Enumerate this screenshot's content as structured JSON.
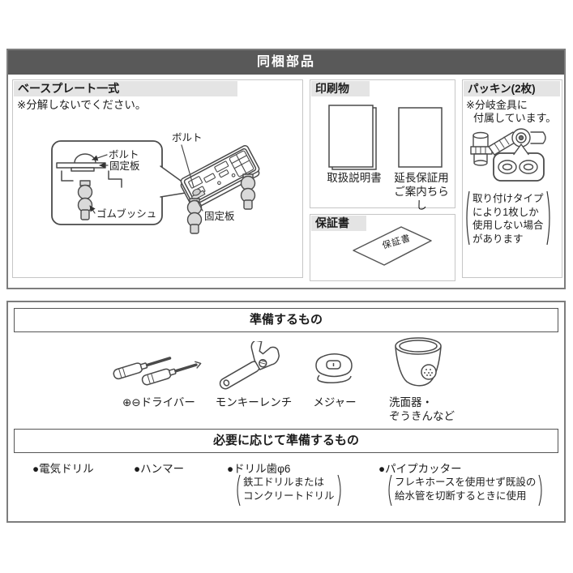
{
  "colors": {
    "banner_bg": "#595959",
    "banner_text": "#ffffff",
    "strip_bg": "#e4e4e4",
    "line_art": "#4a4a4a",
    "outer_border": "#7d7d7d",
    "inner_border": "#c6c6c6",
    "text": "#1c1c1c",
    "rubber_fill": "#d9d9d9"
  },
  "included": {
    "title": "同梱部品",
    "base_plate": {
      "label": "ベースプレート一式",
      "note": "※分解しないでください。",
      "callout": {
        "bolt": "ボルト",
        "plate": "固定板",
        "bush": "ゴムブッシュ"
      },
      "main": {
        "bolt": "ボルト",
        "plate": "固定板"
      }
    },
    "printed": {
      "label": "印刷物",
      "doc1": "取扱説明書",
      "doc2_line1": "延長保証用",
      "doc2_line2": "ご案内ちらし"
    },
    "warranty": {
      "label": "保証書",
      "card_text": "保証書"
    },
    "packing": {
      "label": "パッキン(2枚)",
      "note1": "※分岐金具に",
      "note2": "付属しています。",
      "caution": [
        "取り付けタイプ",
        "により1枚しか",
        "使用しない場合",
        "があります"
      ]
    }
  },
  "prepare": {
    "title": "準備するもの",
    "tools": [
      {
        "label": "⊕⊖ドライバー"
      },
      {
        "label": "モンキーレンチ"
      },
      {
        "label": "メジャー"
      },
      {
        "label1": "洗面器・",
        "label2": "ぞうきんなど"
      }
    ]
  },
  "optional": {
    "title": "必要に応じて準備するもの",
    "items": [
      {
        "label": "●電気ドリル"
      },
      {
        "label": "●ハンマー"
      },
      {
        "label": "●ドリル歯φ6",
        "note1": "鉄工ドリルまたは",
        "note2": "コンクリートドリル"
      },
      {
        "label": "●パイプカッター",
        "note1": "フレキホースを使用せず既設の",
        "note2": "給水管を切断するときに使用"
      }
    ]
  }
}
